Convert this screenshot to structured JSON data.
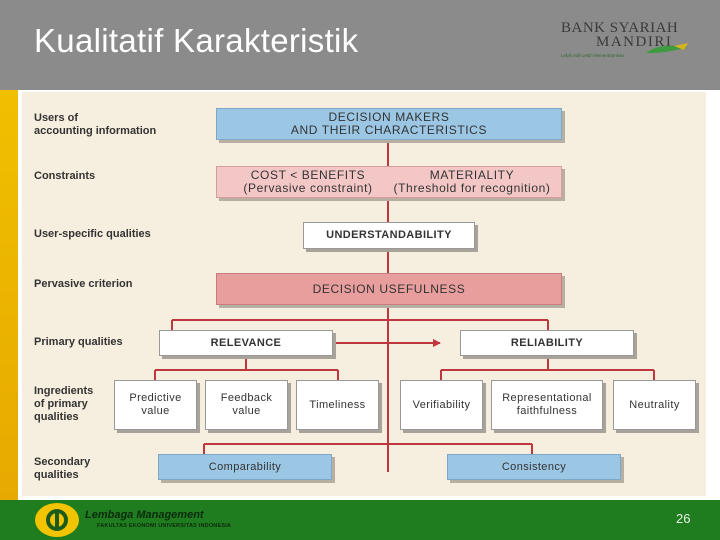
{
  "slide": {
    "title": "Kualitatif Karakteristik",
    "page_number": "26"
  },
  "logo": {
    "line1": "BANK SYARIAH",
    "line2": "MANDIRI",
    "tagline": "Lebih Adil Lebih Menentramkan"
  },
  "footer": {
    "org_name": "Lembaga Management",
    "org_subtitle": "FAKULTAS EKONOMI UNIVERSITAS INDONESIA"
  },
  "diagram": {
    "row_labels": {
      "users": "Users of\naccounting information",
      "constraints": "Constraints",
      "user_specific": "User-specific qualities",
      "pervasive": "Pervasive criterion",
      "primary": "Primary qualities",
      "ingredients": "Ingredients\nof primary\nqualities",
      "secondary": "Secondary\nqualities"
    },
    "decision_makers": "DECISION MAKERS\nAND THEIR CHARACTERISTICS",
    "cost_benefits": "COST < BENEFITS\n(Pervasive constraint)",
    "materiality": "MATERIALITY\n(Threshold for recognition)",
    "understandability": "UNDERSTANDABILITY",
    "decision_usefulness": "DECISION USEFULNESS",
    "relevance": "RELEVANCE",
    "reliability": "RELIABILITY",
    "ingredients": {
      "predictive_value": "Predictive\nvalue",
      "feedback_value": "Feedback\nvalue",
      "timeliness": "Timeliness",
      "verifiability": "Verifiability",
      "representational_faithfulness": "Representational\nfaithfulness",
      "neutrality": "Neutrality"
    },
    "comparability": "Comparability",
    "consistency": "Consistency"
  },
  "colors": {
    "header": "#8b8b8b",
    "accent": "#e7b000",
    "footer": "#1f7d1f",
    "connector": "#c0363f",
    "blue_box": "#9cc7e4",
    "pink_box": "#f4c7c7",
    "deep_pink_box": "#e99e9e"
  }
}
